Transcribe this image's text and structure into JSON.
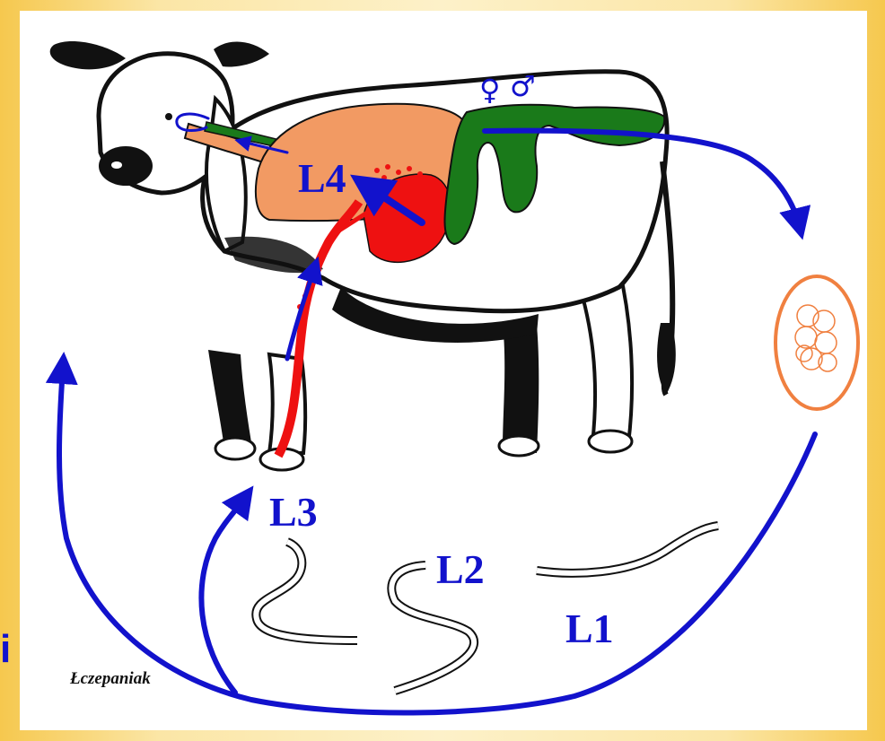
{
  "labels": {
    "l4": "L4",
    "l3": "L3",
    "l2": "L2",
    "l1": "L1"
  },
  "symbols": {
    "female": "♀",
    "male": "♂"
  },
  "edge_char": "i",
  "signature": "Łczepaniak",
  "colors": {
    "arrow": "#1212cc",
    "lung": "#f29a63",
    "liver": "#ee1111",
    "intestine": "#1a7a1a",
    "egg": "#f08040",
    "cow_fill": "#ffffff",
    "cow_dark": "#111111"
  }
}
